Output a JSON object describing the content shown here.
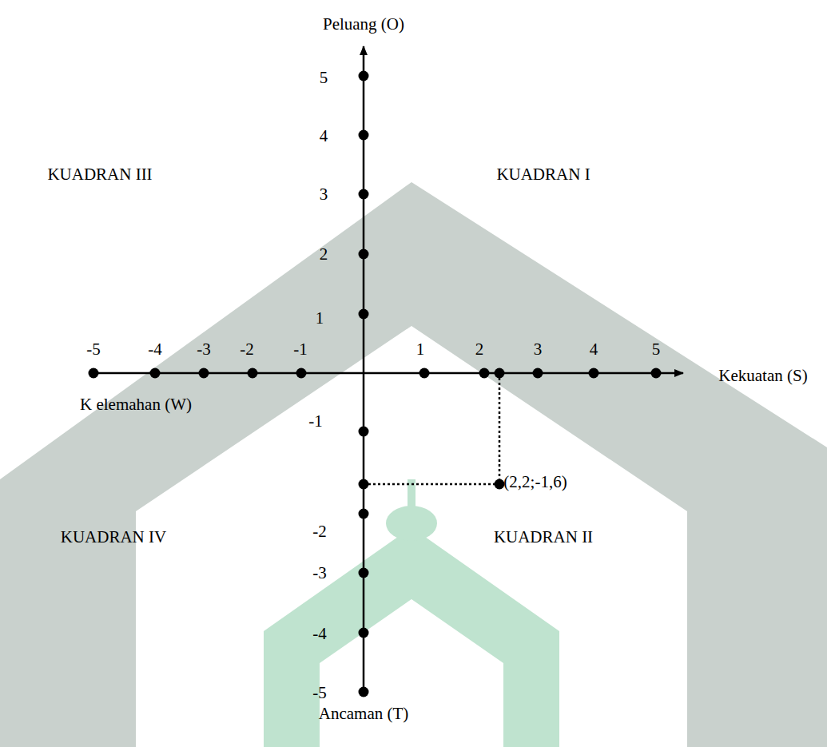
{
  "diagram": {
    "labels": [
      "Peluang (O)",
      "5",
      "4",
      "KUADRAN III",
      "KUADRAN I",
      "3",
      "2",
      "1",
      "-5",
      "-4",
      "-3",
      "-2",
      "-1",
      "1",
      "2",
      "3",
      "4",
      "5",
      "Kekuatan (S)",
      "K elemahan (W)",
      "-1",
      "(2,2;-1,6)",
      "-2",
      "KUADRAN IV",
      "KUADRAN II",
      "-3",
      "-4",
      "-5",
      "Ancaman (T)"
    ]
  }
}
